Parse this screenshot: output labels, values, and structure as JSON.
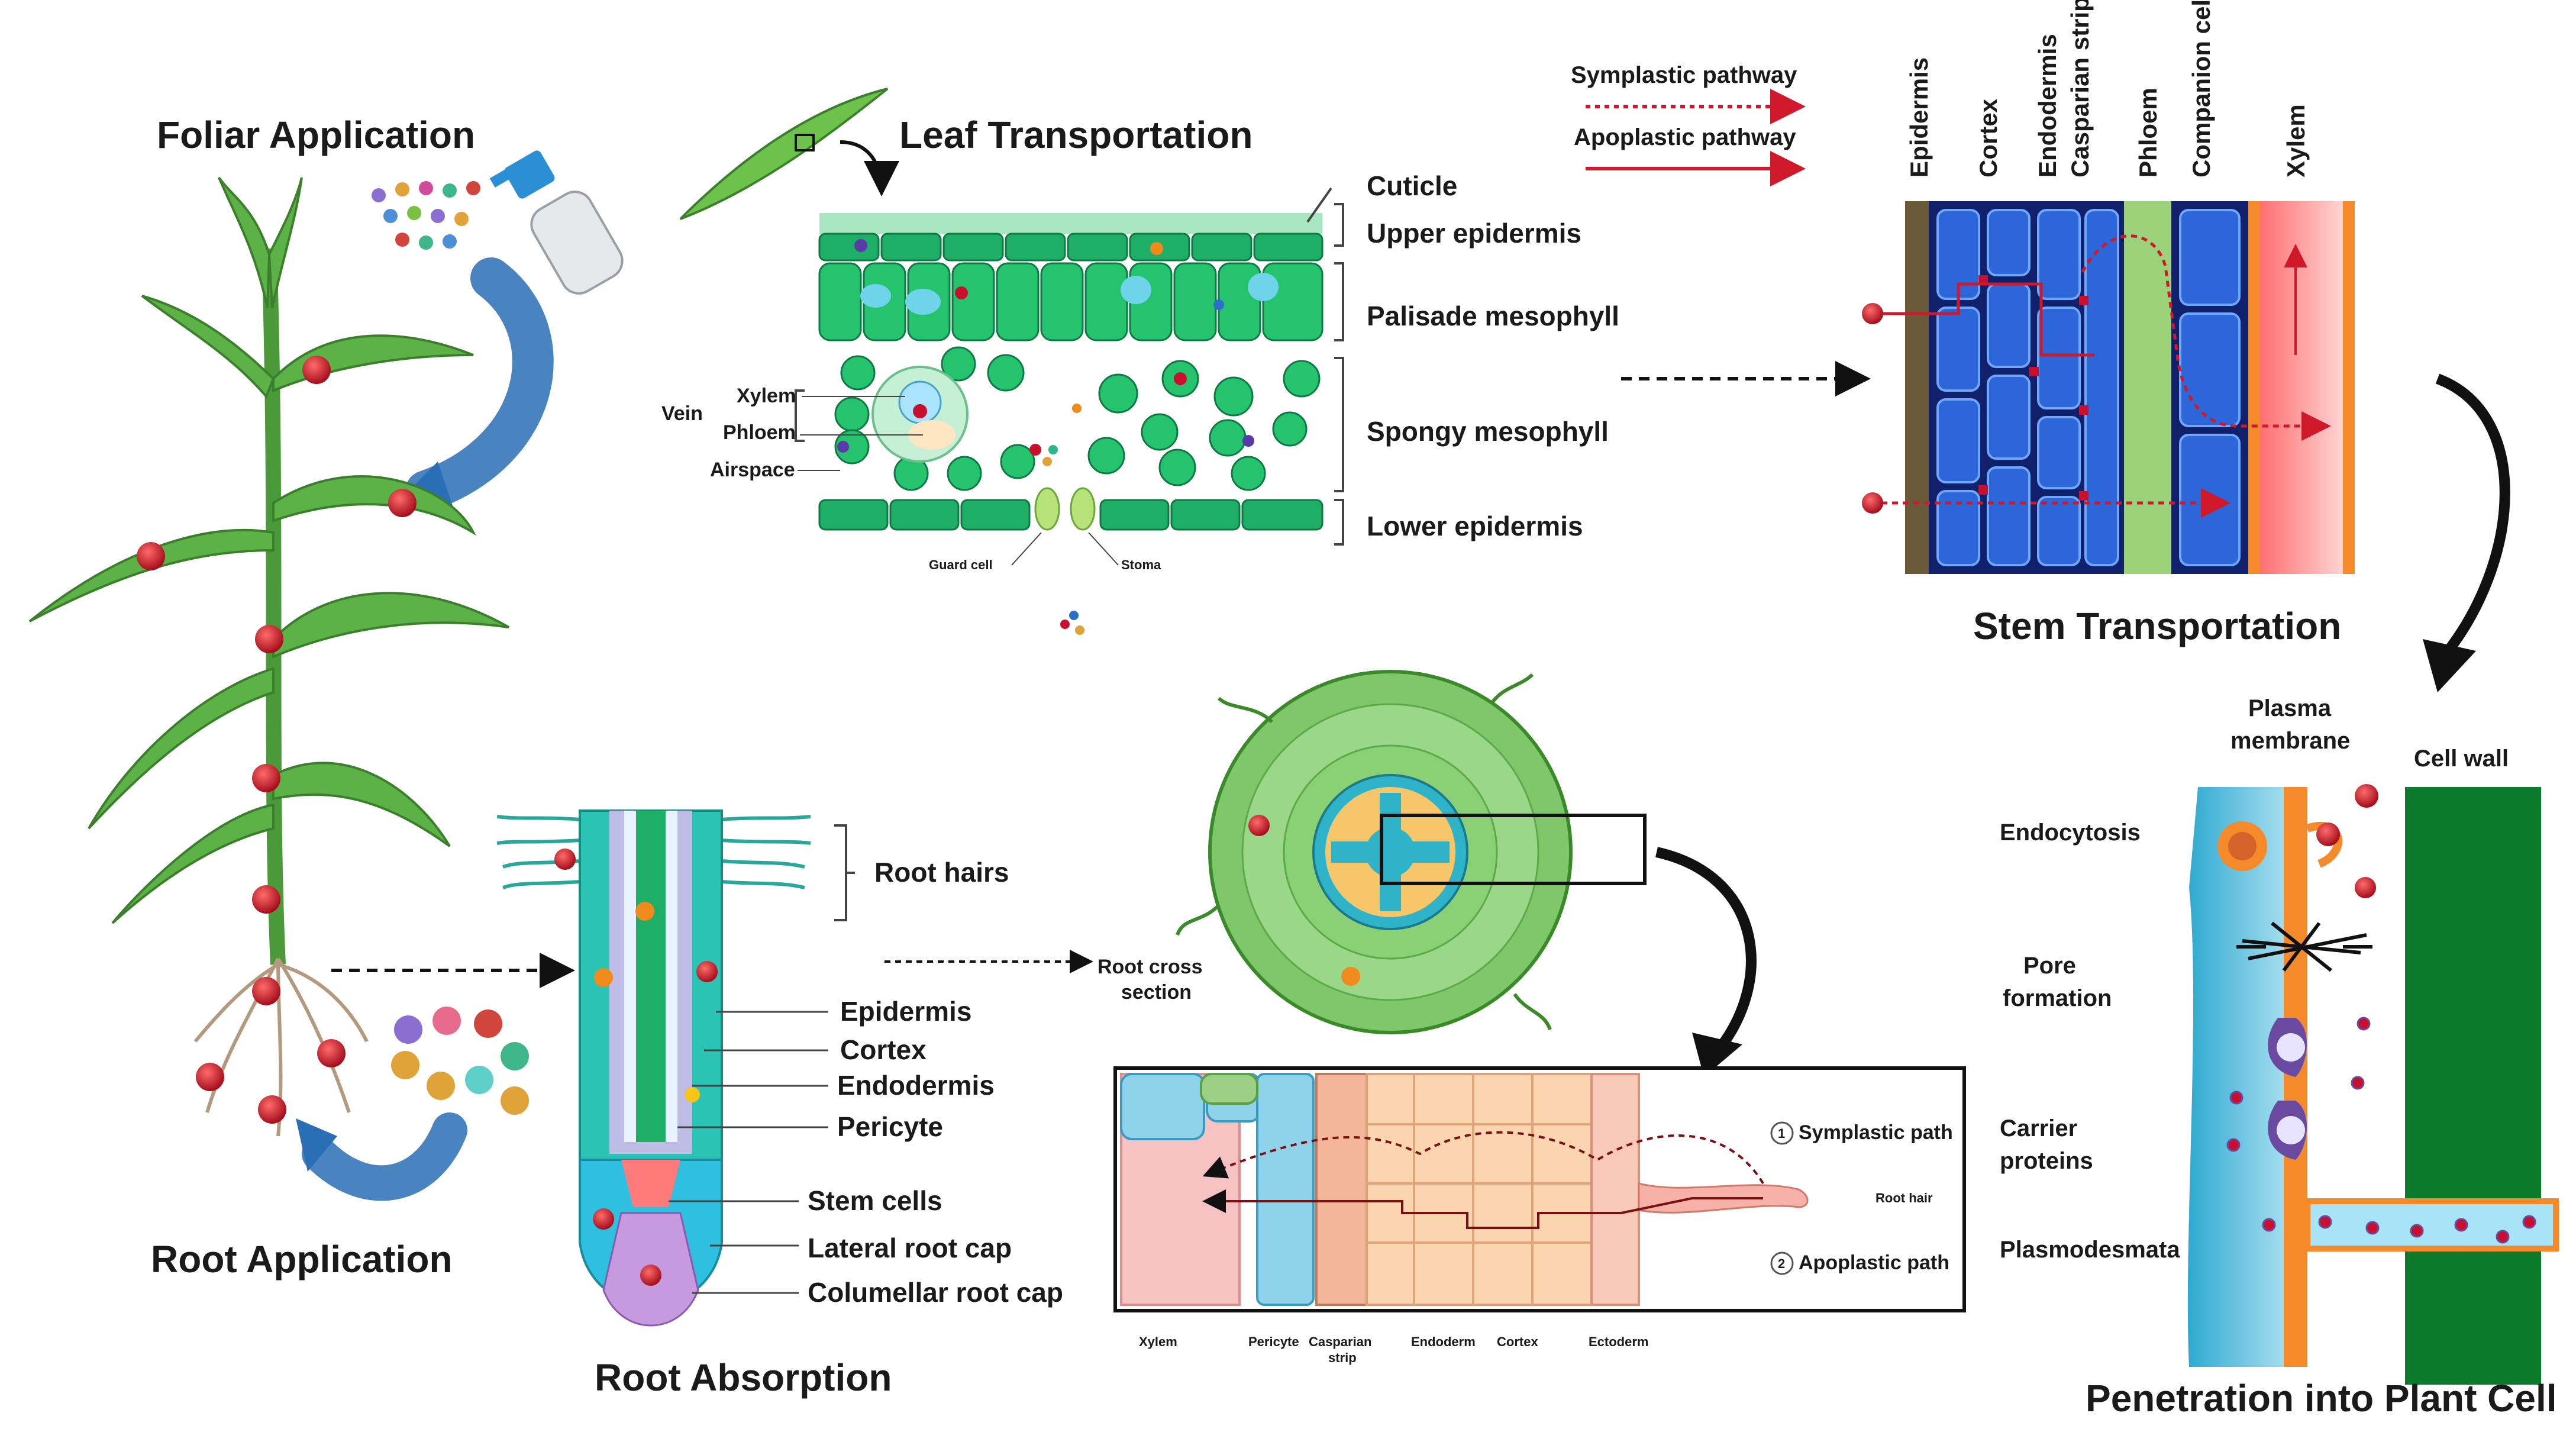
{
  "titles": {
    "foliar": "Foliar Application",
    "leaf": "Leaf Transportation",
    "root_app": "Root Application",
    "root_abs": "Root Absorption",
    "stem": "Stem Transportation",
    "penetration": "Penetration into Plant Cell"
  },
  "legend_top": {
    "symplastic": "Symplastic pathway",
    "apoplastic": "Apoplastic pathway"
  },
  "leaf_labels": {
    "cuticle": "Cuticle",
    "upper_epidermis": "Upper epidermis",
    "palisade": "Palisade mesophyll",
    "spongy": "Spongy mesophyll",
    "lower_epidermis": "Lower epidermis",
    "vein": "Vein",
    "xylem": "Xylem",
    "phloem": "Phloem",
    "airspace": "Airspace",
    "guard_cell": "Guard cell",
    "stoma": "Stoma"
  },
  "stem_labels": [
    "Epidermis",
    "Cortex",
    "Endodermis",
    "Casparian strip",
    "Phloem",
    "Companion cells",
    "Xylem"
  ],
  "root_labels": {
    "root_hairs": "Root hairs",
    "epidermis": "Epidermis",
    "cortex": "Cortex",
    "endodermis": "Endodermis",
    "pericycte": "Pericyte",
    "stem_cells": "Stem cells",
    "lateral_cap": "Lateral root cap",
    "columellar_cap": "Columellar root cap"
  },
  "cross_section": {
    "label_line1": "Root cross",
    "label_line2": "section"
  },
  "root_detail": {
    "symplastic_path": "Symplastic path",
    "apoplastic_path": "Apoplastic path",
    "root_hair": "Root hair",
    "num1": "1",
    "num2": "2",
    "bottom_labels": [
      "Xylem",
      "Pericyte",
      "Casparian",
      "strip",
      "Endoderm",
      "Cortex",
      "Ectoderm"
    ]
  },
  "cell_labels": {
    "plasma_membrane_1": "Plasma",
    "plasma_membrane_2": "membrane",
    "cell_wall": "Cell wall",
    "endocytosis": "Endocytosis",
    "pore_1": "Pore",
    "pore_2": "formation",
    "carrier_1": "Carrier",
    "carrier_2": "proteins",
    "plasmodesmata": "Plasmodesmata"
  },
  "colors": {
    "particle_red": "#c8102e",
    "particle_orange": "#f08a1c",
    "leaf_green": "#2fbf7a",
    "stem_blue": "#1f4fc4",
    "xylem_red": "#f05a5a",
    "arrow_blue": "#2a6fb5",
    "cell_cyan": "#37b7d6",
    "cell_wall_green": "#0b7a2a"
  }
}
